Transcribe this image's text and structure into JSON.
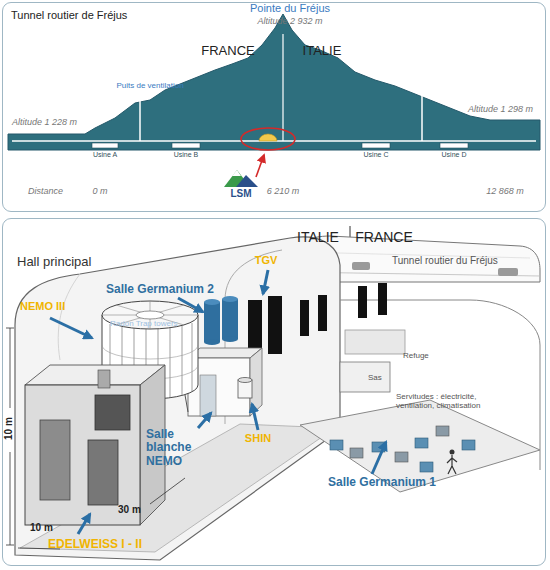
{
  "diagram": {
    "nodes": [
      {
        "text": [
          "Tunnel routier de Fréjus"
        ]
      },
      {
        "text": [
          "Hall principal"
        ]
      }
    ],
    "labels": [
      "Pointe du Fréjus",
      "Altitude 2 932 m",
      "FRANCE",
      "ITALIE",
      "Puits de ventilation",
      "Altitude 1 228 m",
      "Altitude 1 298 m",
      "Usine A",
      "Usine B",
      "Usine C",
      "Usine D",
      "LSM",
      "Distance",
      "0 m",
      "6 210 m",
      "12 868 m",
      "ITALIE",
      "FRANCE",
      "Tunnel routier du Fréjus",
      "TGV",
      "Salle Germanium 2",
      "NEMO III",
      "Radon Trap towers",
      "Refuge",
      "Sas",
      "Servitudes : électricité, ventilation, climatisation",
      "10 m",
      "SHIN",
      "Salle blanche NEMO",
      "Salle Germanium 1",
      "30 m",
      "10 m",
      "EDELWEISS I - II"
    ]
  }
}
